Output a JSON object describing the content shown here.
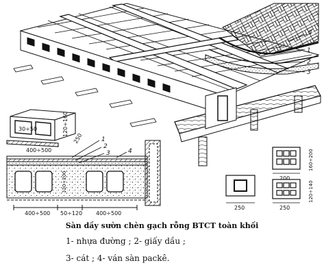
{
  "caption": {
    "title": "Sàn dầy sườn chèn gạch rỗng BTCT toàn khối",
    "legend_line_1": "1- nhựa đường ; 2- giấy dầu ;",
    "legend_line_2": "3- cát ; 4- ván sàn packê."
  },
  "callouts": {
    "top_1": "1",
    "top_2": "2",
    "top_3": "3",
    "top_4": "4",
    "sec_1": "1",
    "sec_2": "2",
    "sec_3": "3",
    "sec_4": "4"
  },
  "dimensions": {
    "block_height": "30÷50",
    "block_height_2": "120÷160",
    "block_width": "400÷500",
    "block_depth": "250",
    "sec_rib": "120÷200",
    "sec_width_1": "400÷500",
    "sec_width_2": "50÷120",
    "sec_width_3": "400÷500",
    "small_width": "250",
    "right_width_top": "200",
    "right_height_top": "160÷200",
    "right_width_bottom": "250",
    "right_height_bottom": "120÷140"
  },
  "colors": {
    "ink": "#111111",
    "paper": "#ffffff"
  }
}
